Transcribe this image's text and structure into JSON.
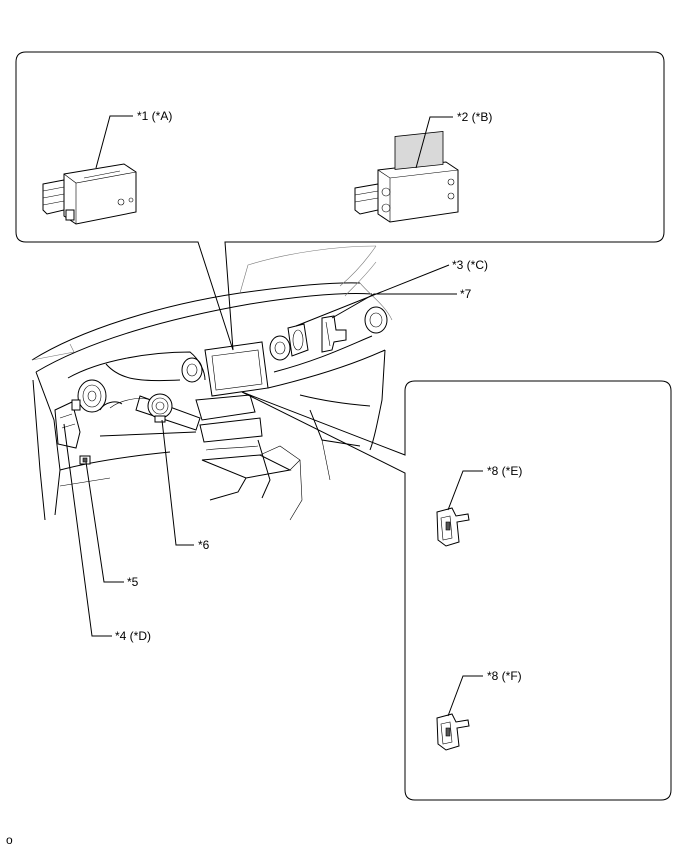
{
  "labels": {
    "c1": "*1 (*A)",
    "c2": "*2 (*B)",
    "c3": "*3 (*C)",
    "c7": "*7",
    "c6": "*6",
    "c5": "*5",
    "c4": "*4 (*D)",
    "c8e": "*8 (*E)",
    "c8f": "*8 (*F)"
  },
  "footer_code": "o"
}
